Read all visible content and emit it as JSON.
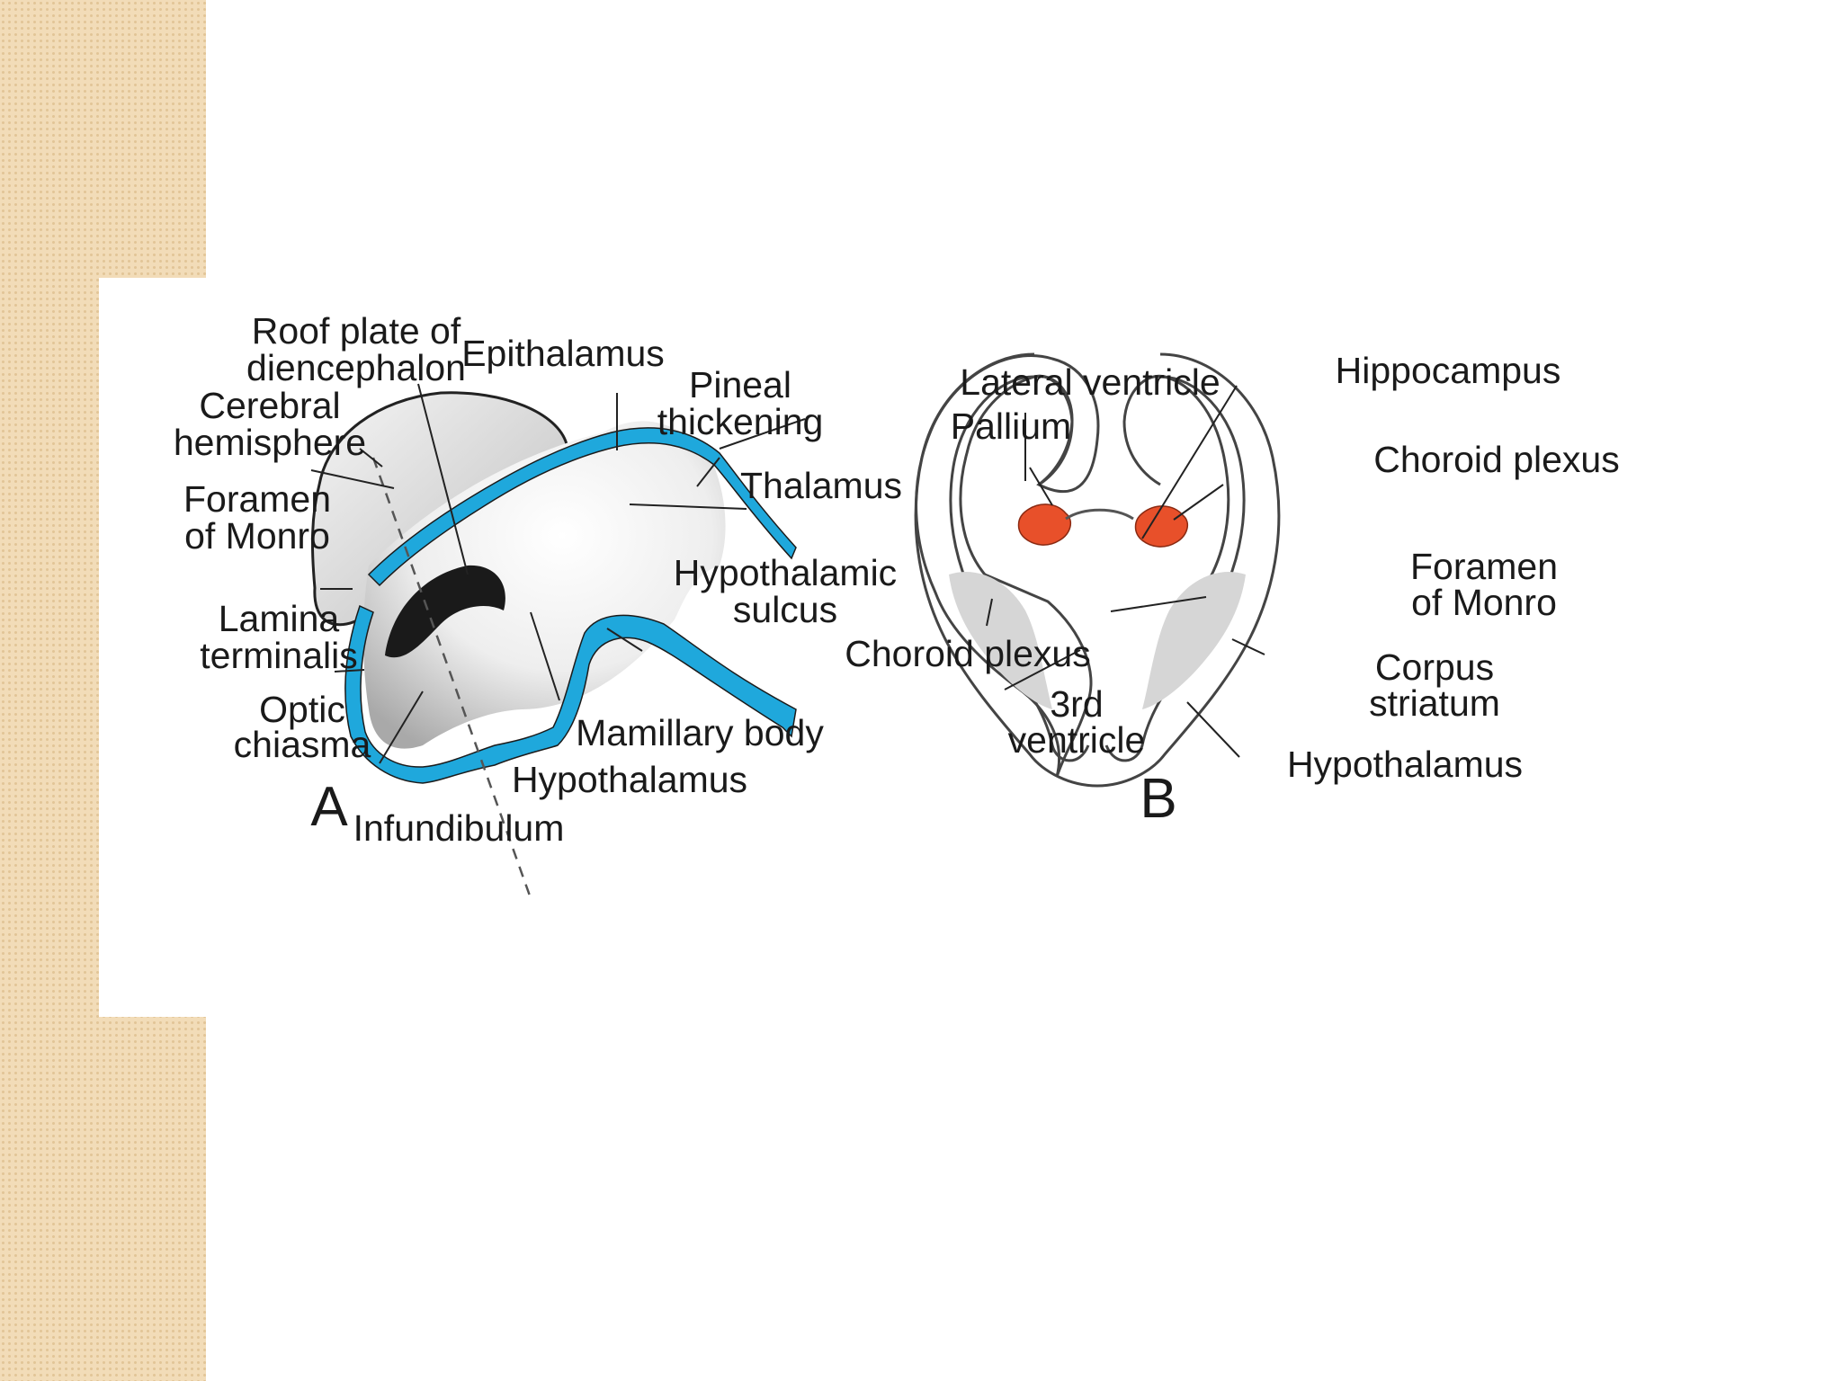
{
  "figure": {
    "panel_a": {
      "letter": "A",
      "labels": {
        "roof_plate": [
          "Roof plate of",
          "diencephalon"
        ],
        "epithalamus": "Epithalamus",
        "cerebral_hemisphere": [
          "Cerebral",
          "hemisphere"
        ],
        "pineal": [
          "Pineal",
          "thickening"
        ],
        "thalamus": "Thalamus",
        "foramen_monro": [
          "Foramen",
          "of Monro"
        ],
        "hypothalamic_sulcus": [
          "Hypothalamic",
          "sulcus"
        ],
        "lamina_terminalis": [
          "Lamina",
          "terminalis"
        ],
        "optic_chiasma": [
          "Optic",
          "chiasma"
        ],
        "mamillary_body": "Mamillary body",
        "hypothalamus": "Hypothalamus",
        "infundibulum": "Infundibulum"
      }
    },
    "panel_b": {
      "letter": "B",
      "labels": {
        "lateral_ventricle": "Lateral ventricle",
        "hippocampus": "Hippocampus",
        "pallium": "Pallium",
        "choroid_plexus_right": "Choroid plexus",
        "foramen_monro": [
          "Foramen",
          "of Monro"
        ],
        "choroid_plexus_left": "Choroid plexus",
        "corpus_striatum": [
          "Corpus",
          "striatum"
        ],
        "third_ventricle": [
          "3rd",
          "ventricle"
        ],
        "hypothalamus": "Hypothalamus"
      }
    },
    "colors": {
      "ependyma_blue": "#1fa8dc",
      "choroid_orange": "#e8502a",
      "striatum_gray": "#d6d6d6",
      "brain_shade": "#c9c9c9"
    }
  }
}
